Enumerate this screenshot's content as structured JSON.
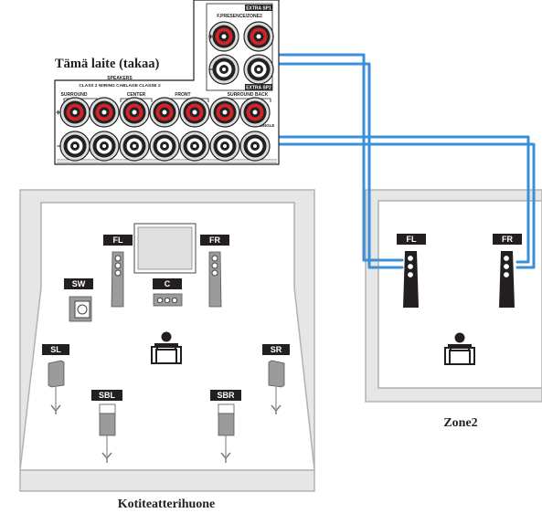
{
  "labels": {
    "device_rear": "Tämä laite (takaa)",
    "zone2": "Zone2",
    "main_room": "Kotiteatterihuone"
  },
  "panel": {
    "speakers_header": "SPEAKERS",
    "wiring_note": "CLASS 2 WIRING CABLAGE CLASSE 2",
    "extra_sp1": "EXTRA SP1",
    "extra_sp1_sub": "F.PRESENCE/ZONE2",
    "extra_sp2": "EXTRA SP2",
    "ch_surround": "SURROUND",
    "ch_center": "CENTER",
    "ch_front": "FRONT",
    "ch_surround_back": "SURROUND BACK",
    "single": "SINGLE"
  },
  "speaker_tags": {
    "fl": "FL",
    "fr": "FR",
    "sw": "SW",
    "c": "C",
    "sl": "SL",
    "sr": "SR",
    "sbl": "SBL",
    "sbr": "SBR",
    "z2_fl": "FL",
    "z2_fr": "FR"
  },
  "colors": {
    "wire": "#3b8fd9",
    "room_fill": "#e6e6e6",
    "room_border": "#b4b4b4",
    "terminal_red": "#d2232a",
    "tag_bg": "#231f20"
  }
}
